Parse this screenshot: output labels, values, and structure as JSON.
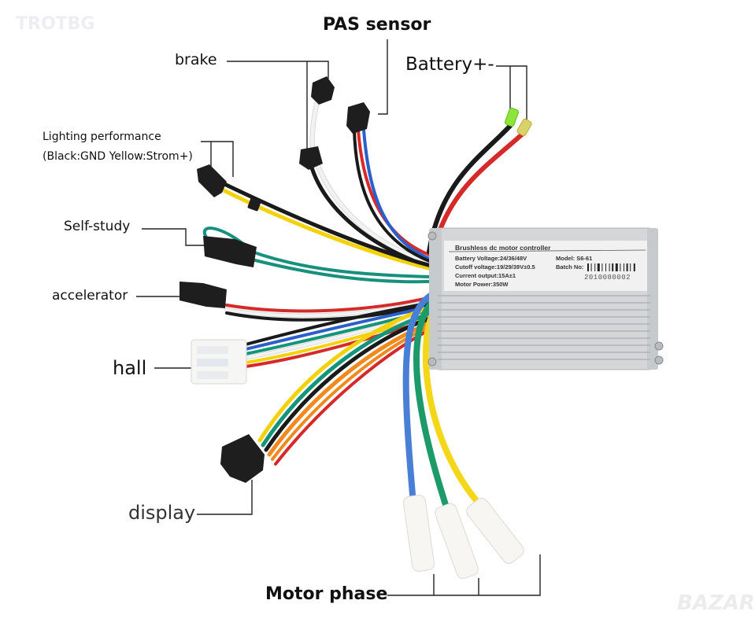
{
  "watermarks": {
    "top_left": "TROTBG",
    "bottom_right": "BAZAR"
  },
  "labels": {
    "pas_sensor": "PAS sensor",
    "brake": "brake",
    "battery": "Battery+-",
    "lighting_line1": "Lighting performance",
    "lighting_line2": "(Black:GND Yellow:Strom+)",
    "self_study": "Self-study",
    "accelerator": "accelerator",
    "hall": "hall",
    "display": "display",
    "motor_phase": "Motor phase"
  },
  "controller": {
    "title": "Brushless dc motor controller",
    "battery_voltage": "Battery Voltage:24/36/48V",
    "cutoff_voltage": "Cutoff voltage:19/29/39V±0.5",
    "current_output": "Current output:15A±1",
    "motor_power": "Motor Power:350W",
    "model": "Model:  S6-61",
    "batch_label": "Batch No:",
    "batch_number": "2010080002"
  },
  "wire_colors": {
    "red": "#d42a2a",
    "black": "#1a1a1a",
    "blue": "#2b5fc9",
    "green": "#14957a",
    "yellow": "#f3d20c",
    "white": "#f2f2f2",
    "orange": "#f08a1e",
    "phase_blue": "#4a7fd6",
    "phase_green": "#1c9a6a",
    "phase_yellow": "#f5d71a",
    "teal": "#17907e"
  }
}
